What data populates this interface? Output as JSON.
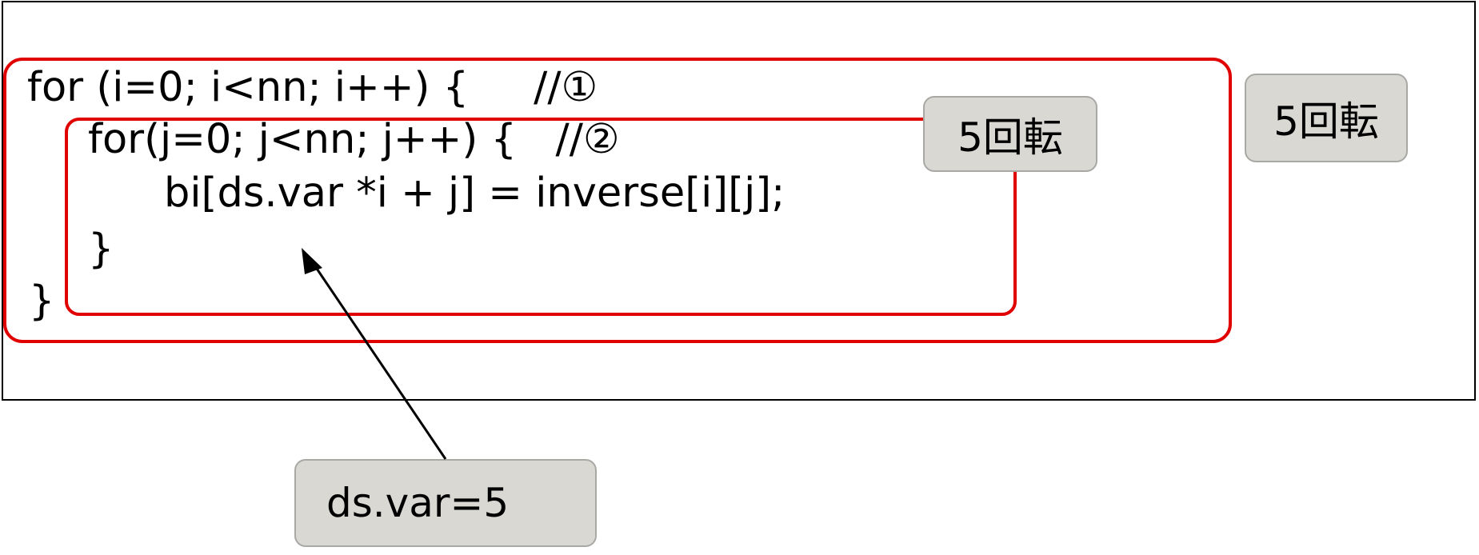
{
  "code": {
    "line1": "for (i=0; i<nn; i++) {     //①",
    "line2": "for(j=0; j<nn; j++) {   //②",
    "line3": "bi[ds.var *i + j] = inverse[i][j];",
    "line4": "}",
    "line5": "}"
  },
  "callouts": {
    "inner_loop_label": "5回転",
    "outer_loop_label": "5回転",
    "variable_label": "ds.var=5"
  },
  "colors": {
    "loop_border": "#e00000",
    "callout_fill": "#d9d8d3",
    "callout_border": "#a8a8a4",
    "frame": "#000000"
  }
}
